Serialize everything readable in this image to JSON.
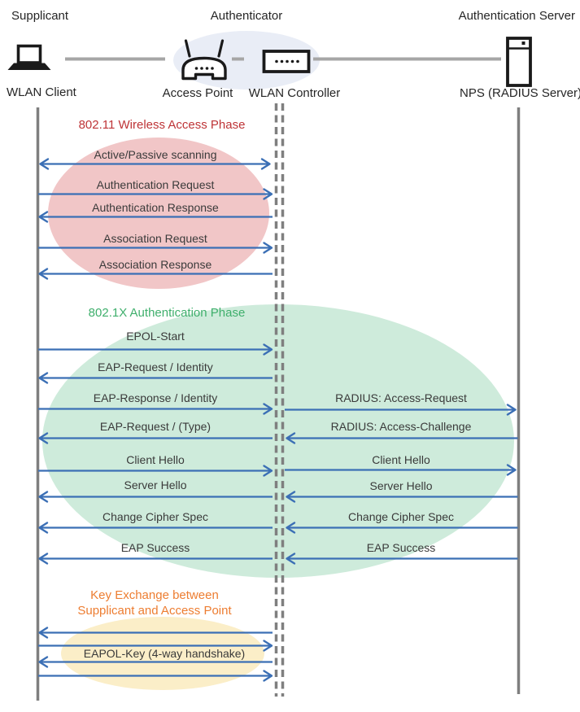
{
  "header": {
    "roles": [
      {
        "label": "Supplicant"
      },
      {
        "label": "Authenticator"
      },
      {
        "label": "Authentication Server"
      }
    ],
    "nodes": [
      {
        "label": "WLAN Client",
        "icon": "laptop-icon"
      },
      {
        "label": "Access Point",
        "icon": "access-point-icon"
      },
      {
        "label": "WLAN Controller",
        "icon": "wlan-controller-icon"
      },
      {
        "label": "NPS (RADIUS Server)",
        "icon": "server-icon"
      }
    ]
  },
  "phases": [
    {
      "title": "802.11 Wireless Access Phase",
      "title_color": "#BE3437",
      "ellipse_color": "#F1C6C7",
      "messages": [
        {
          "label": "Active/Passive scanning",
          "direction": "both"
        },
        {
          "label": "Authentication Request",
          "direction": "right"
        },
        {
          "label": "Authentication Response",
          "direction": "left"
        },
        {
          "label": "Association Request",
          "direction": "right"
        },
        {
          "label": "Association Response",
          "direction": "left"
        }
      ]
    },
    {
      "title": "802.1X Authentication Phase",
      "title_color": "#3FAF6C",
      "ellipse_color": "#CEEBDB",
      "messages_client_controller": [
        {
          "label": "EPOL-Start",
          "direction": "right"
        },
        {
          "label": "EAP-Request / Identity",
          "direction": "left"
        },
        {
          "label": "EAP-Response / Identity",
          "direction": "right"
        },
        {
          "label": "EAP-Request / (Type)",
          "direction": "left"
        },
        {
          "label": "Client Hello",
          "direction": "right"
        },
        {
          "label": "Server Hello",
          "direction": "left"
        },
        {
          "label": "Change Cipher Spec",
          "direction": "left"
        },
        {
          "label": "EAP Success",
          "direction": "left"
        }
      ],
      "messages_controller_server": [
        {
          "label": "RADIUS: Access-Request",
          "direction": "right"
        },
        {
          "label": "RADIUS: Access-Challenge",
          "direction": "left"
        },
        {
          "label": "Client Hello",
          "direction": "right"
        },
        {
          "label": "Server Hello",
          "direction": "left"
        },
        {
          "label": "Change Cipher Spec",
          "direction": "left"
        },
        {
          "label": "EAP Success",
          "direction": "left"
        }
      ]
    },
    {
      "title_line1": "Key Exchange between",
      "title_line2": "Supplicant and Access Point",
      "title_color": "#ED7D31",
      "ellipse_color": "#FBEEC8",
      "handshake_label": "EAPOL-Key (4-way handshake)",
      "arrows": [
        "left",
        "right",
        "left",
        "right"
      ]
    }
  ],
  "colors": {
    "arrow": "#3B6FB5",
    "lifeline": "#7F7F7F",
    "connector": "#A6A6A6",
    "authenticator_ellipse": "#E9EDF6",
    "icon": "#1A1A1A",
    "text": "#3A3A3A"
  }
}
